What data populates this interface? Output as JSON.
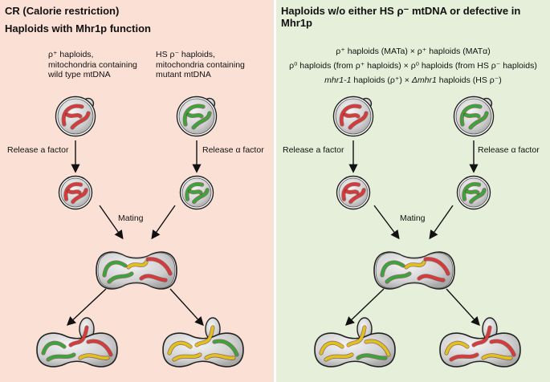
{
  "left_panel": {
    "title": "CR (Calorie restriction)",
    "subtitle": "Haploids with Mhr1p function",
    "cell_left_label": [
      "ρ⁺ haploids,",
      "mitochondria containing",
      "wild type mtDNA"
    ],
    "cell_right_label": [
      "HS ρ⁻ haploids,",
      "mitochondria containing",
      "mutant mtDNA"
    ],
    "release_left": "Release a factor",
    "release_right": "Release α factor",
    "mating": "Mating"
  },
  "right_panel": {
    "title": "Haploids w/o either HS ρ⁻ mtDNA or defective in Mhr1p",
    "cross_1": "ρ⁺ haploids (MATa) × ρ⁺ haploids (MATα)",
    "cross_2": "ρ⁰ haploids (from ρ⁺ haploids) × ρ⁰ haploids (from HS ρ⁻ haploids)",
    "cross_3_a": "mhr1-1",
    "cross_3_b": " haploids (ρ⁺) × ",
    "cross_3_c": "Δmhr1",
    "cross_3_d": " haploids (HS ρ⁻)",
    "release_left": "Release a factor",
    "release_right": "Release α factor",
    "mating": "Mating"
  },
  "colors": {
    "left_bg": "#fbe0d6",
    "right_bg": "#e5efd9",
    "wild_type_mtDNA": "#d63a3a",
    "mutant_mtDNA": "#3aa63a",
    "mixed_mtDNA": "#e0c21a",
    "cell": "#cfcfcf"
  }
}
